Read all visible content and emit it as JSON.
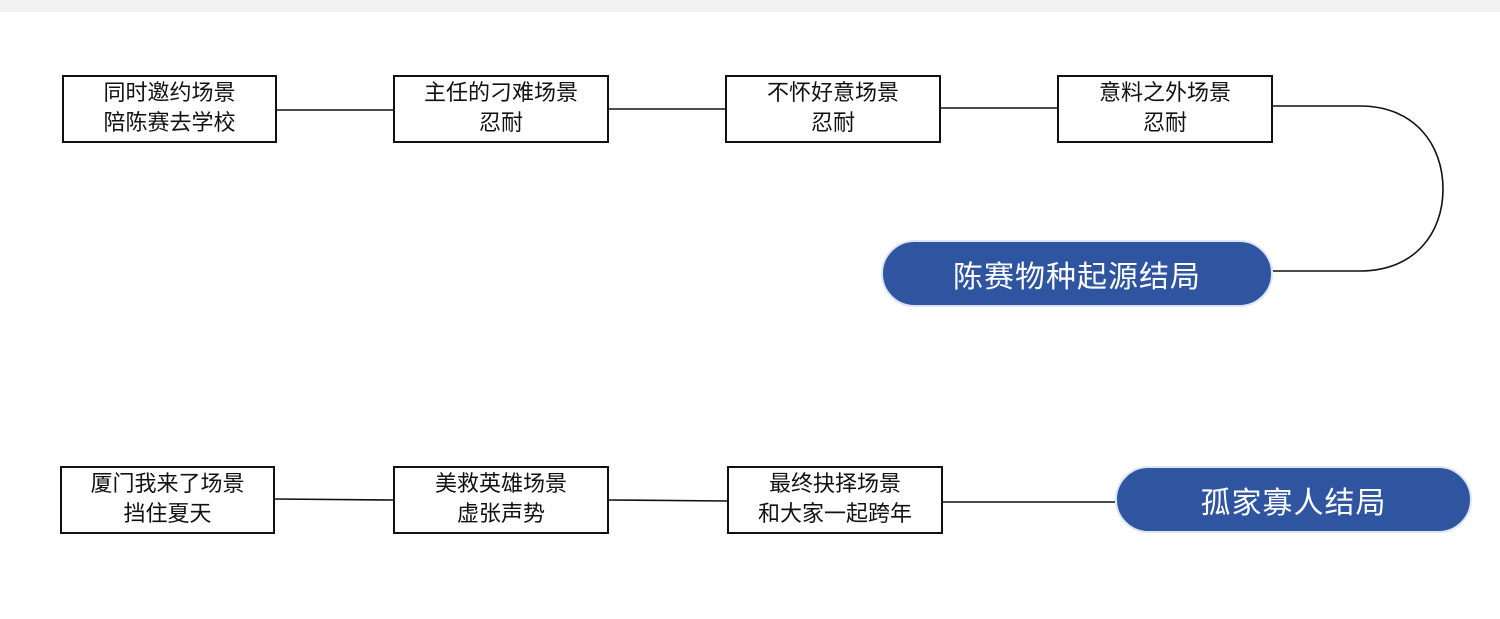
{
  "colors": {
    "terminal_fill": "#2f54a0",
    "terminal_border": "#dde4f3",
    "box_border": "#111111",
    "connector": "#111111"
  },
  "route_a": {
    "steps": [
      {
        "line1": "同时邀约场景",
        "line2": "陪陈赛去学校"
      },
      {
        "line1": "主任的刁难场景",
        "line2": "忍耐"
      },
      {
        "line1": "不怀好意场景",
        "line2": "忍耐"
      },
      {
        "line1": "意料之外场景",
        "line2": "忍耐"
      }
    ],
    "ending": "陈赛物种起源结局"
  },
  "route_b": {
    "steps": [
      {
        "line1": "厦门我来了场景",
        "line2": "挡住夏天"
      },
      {
        "line1": "美救英雄场景",
        "line2": "虚张声势"
      },
      {
        "line1": "最终抉择场景",
        "line2": "和大家一起跨年"
      }
    ],
    "ending": "孤家寡人结局"
  }
}
